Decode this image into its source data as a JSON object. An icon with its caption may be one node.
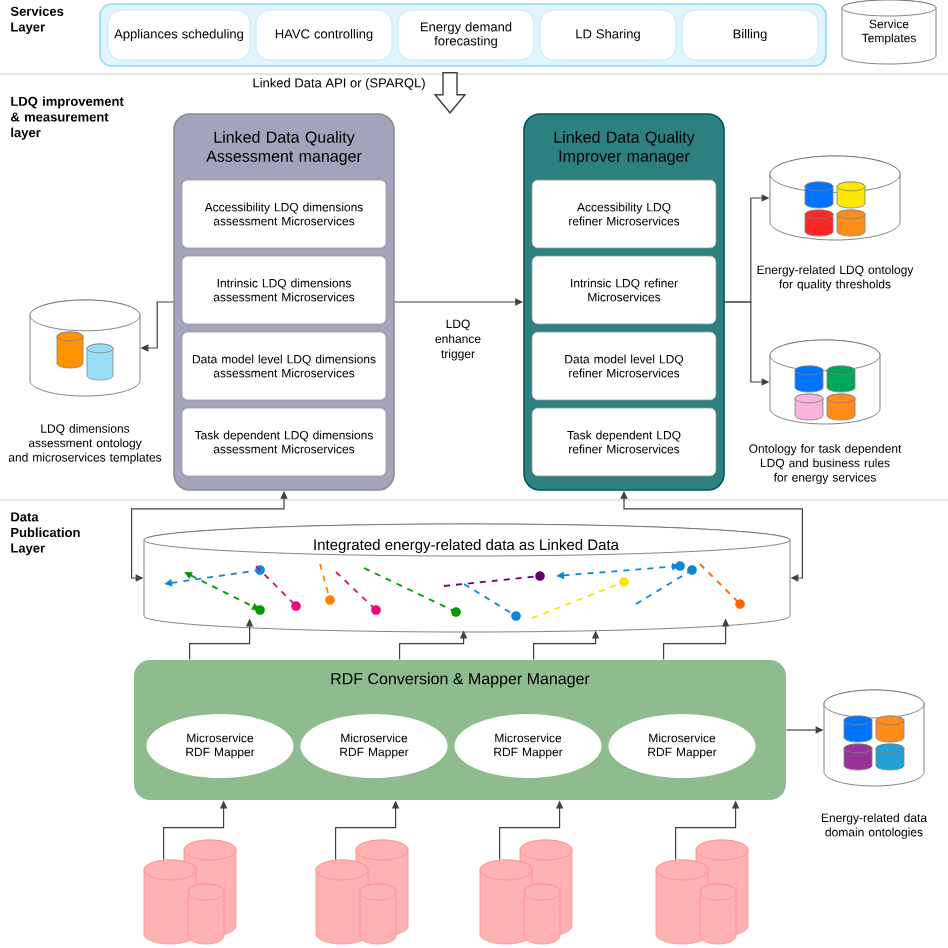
{
  "diagram": {
    "nodes": [
      {
        "text": [],
        "shape": "box"
      },
      {
        "text": [
          "Appliances scheduling"
        ],
        "in": 0
      },
      {
        "text": [
          "HAVC controlling"
        ],
        "in": 0
      },
      {
        "text": [
          "Energy demand forecasting"
        ],
        "in": 0
      },
      {
        "text": [
          "LD Sharing"
        ],
        "in": 0
      },
      {
        "text": [
          "Billing"
        ],
        "in": 0
      },
      {
        "text": [
          "Service Templates"
        ]
      },
      {
        "text": [
          "Linked Data Quality Assessment manager"
        ]
      },
      {
        "text": [
          "Accessibility LDQ dimensions assessment Microservices"
        ],
        "in": 7
      },
      {
        "text": [
          "Intrinsic LDQ dimensions assessment Microservices"
        ],
        "in": 7
      },
      {
        "text": [
          "Data model level LDQ dimensions assessment Microservices"
        ],
        "in": 7
      },
      {
        "text": [
          "Task dependent LDQ dimensions assessment Microservices"
        ],
        "in": 7
      },
      {
        "text": [
          "Linked Data Quality Improver manager"
        ]
      },
      {
        "text": [
          "Accessibility LDQ refiner Microservices"
        ],
        "in": 12
      },
      {
        "text": [
          "Intrinsic LDQ refiner Microservices"
        ],
        "in": 12
      },
      {
        "text": [
          "Data model level LDQ refiner Microservices"
        ],
        "in": 12
      },
      {
        "text": [
          "Task dependent LDQ refiner Microservices"
        ],
        "in": 12
      },
      {
        "text": [
          "LDQ dimensions assessment ontology and microservices templates"
        ]
      },
      {
        "text": [
          "Energy-related LDQ ontology for quality thresholds"
        ]
      },
      {
        "text": [
          "Ontology for task dependent LDQ and business rules for energy services"
        ]
      },
      {
        "text": [
          "Integrated energy-related data as Linked Data"
        ]
      },
      {
        "text": [
          "RDF Conversion & Mapper Manager"
        ]
      },
      {
        "text": [
          "Microservice RDF Mapper"
        ],
        "in": 21
      },
      {
        "text": [
          "Microservice RDF Mapper"
        ],
        "in": 21
      },
      {
        "text": [
          "Microservice RDF Mapper"
        ],
        "in": 21
      },
      {
        "text": [
          "Microservice RDF Mapper"
        ],
        "in": 21
      },
      {
        "text": [
          "Energy-related data domain ontologies"
        ]
      },
      {
        "text": [],
        "shape": "cylinder"
      },
      {
        "text": [],
        "shape": "cylinder"
      },
      {
        "text": [],
        "shape": "cylinder"
      },
      {
        "text": [],
        "shape": "cylinder"
      }
    ],
    "edges": [
      {
        "from": 0,
        "to": null,
        "arrow": "to",
        "label": "Linked Data API or (SPARQL)"
      },
      {
        "from": 7,
        "to": 12,
        "arrow": "to",
        "label": "LDQ enhance trigger"
      },
      {
        "from": 7,
        "to": 17,
        "arrow": "to"
      },
      {
        "from": 12,
        "to": 18,
        "arrow": "to"
      },
      {
        "from": 12,
        "to": 19,
        "arrow": "to"
      },
      {
        "from": 20,
        "to": 7,
        "arrow": "both"
      },
      {
        "from": 20,
        "to": 12,
        "arrow": "both"
      },
      {
        "from": 21,
        "to": 20,
        "arrow": "to"
      },
      {
        "from": 21,
        "to": 20,
        "arrow": "to"
      },
      {
        "from": 21,
        "to": 20,
        "arrow": "to"
      },
      {
        "from": 21,
        "to": 20,
        "arrow": "to"
      },
      {
        "from": 21,
        "to": 26,
        "arrow": "to"
      },
      {
        "from": 27,
        "to": 21,
        "arrow": "to"
      },
      {
        "from": 28,
        "to": 21,
        "arrow": "to"
      },
      {
        "from": 29,
        "to": 21,
        "arrow": "to"
      },
      {
        "from": 30,
        "to": 21,
        "arrow": "to"
      }
    ],
    "labels": [
      "Services Layer",
      "LDQ improvement & measurement layer",
      "Data Publication Layer"
    ]
  }
}
